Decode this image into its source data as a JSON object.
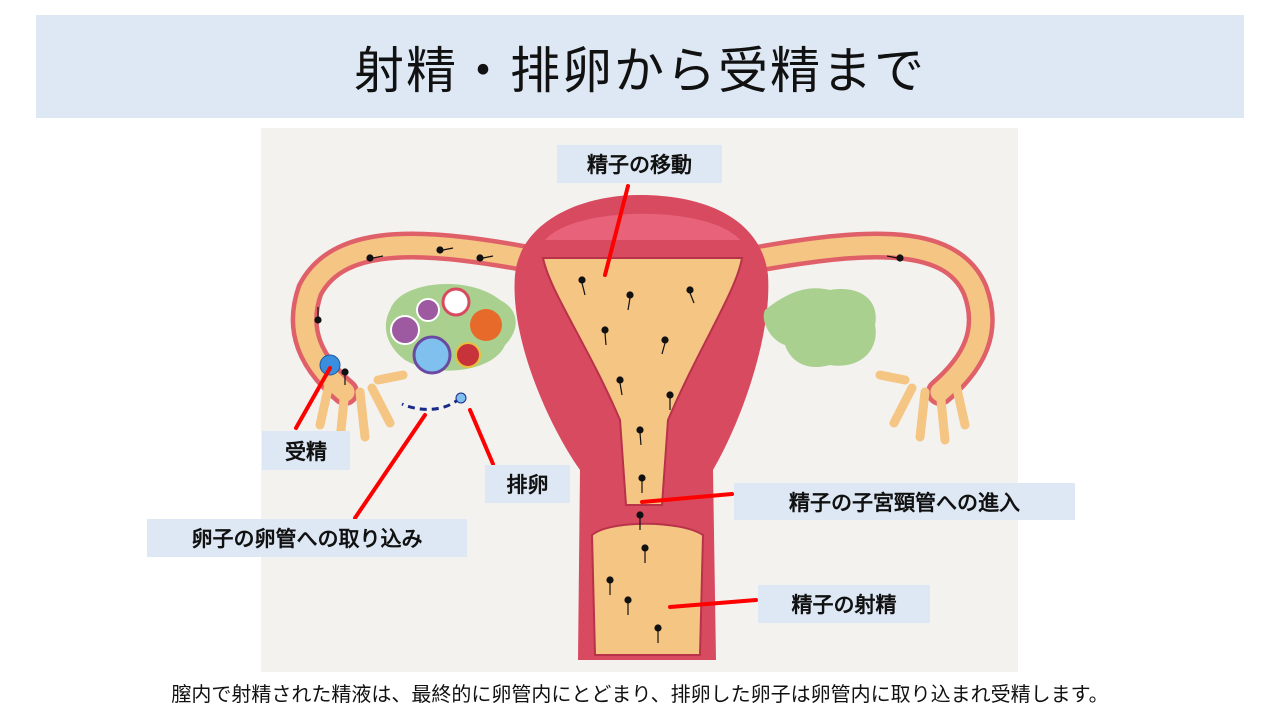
{
  "slide": {
    "title": "射精・排卵から受精まで",
    "caption": "膣内で射精された精液は、最終的に卵管内にとどまり、排卵した卵子は卵管内に取り込まれ受精します。"
  },
  "diagram": {
    "labels": {
      "sperm_migration": "精子の移動",
      "fertilization": "受精",
      "ovulation": "排卵",
      "egg_pickup": "卵子の卵管への取り込み",
      "cervical_entry": "精子の子宮頸管への進入",
      "ejaculation": "精子の射精"
    },
    "colors": {
      "label_bg": "#dde8f4",
      "pointer": "#ff0000",
      "uterus": "#d84a5f",
      "cavity": "#f5c583",
      "ovary": "#a9d08e"
    }
  }
}
